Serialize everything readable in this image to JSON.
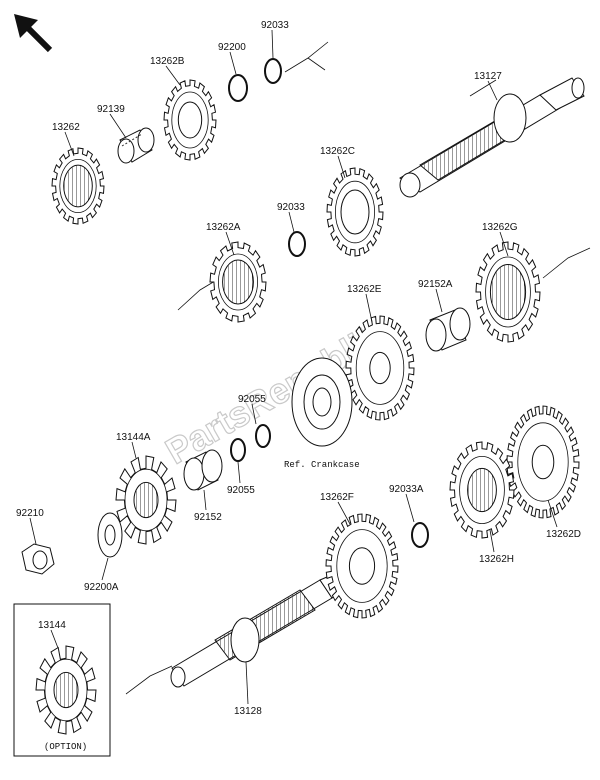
{
  "watermark": "PartsRepublik",
  "labels": {
    "p92033_top": "92033",
    "p92200": "92200",
    "p13262B": "13262B",
    "p92139": "92139",
    "p13262": "13262",
    "p13127": "13127",
    "p13262C": "13262C",
    "p92033_mid": "92033",
    "p13262A": "13262A",
    "p13262G": "13262G",
    "p13262E": "13262E",
    "p92152A": "92152A",
    "p92055_top": "92055",
    "p13144A": "13144A",
    "ref_crankcase": "Ref. Crankcase",
    "p92055_bot": "92055",
    "p92152": "92152",
    "p92033A": "92033A",
    "p13262F": "13262F",
    "p13262H": "13262H",
    "p13262D": "13262D",
    "p92210": "92210",
    "p92200A": "92200A",
    "p13144": "13144",
    "p13128": "13128",
    "option": "(OPTION)"
  },
  "icons": [
    "direction-arrow-icon",
    "gear-icon",
    "sprocket-icon",
    "bearing-icon",
    "circlip-icon",
    "washer-icon",
    "nut-icon",
    "shaft-icon"
  ]
}
